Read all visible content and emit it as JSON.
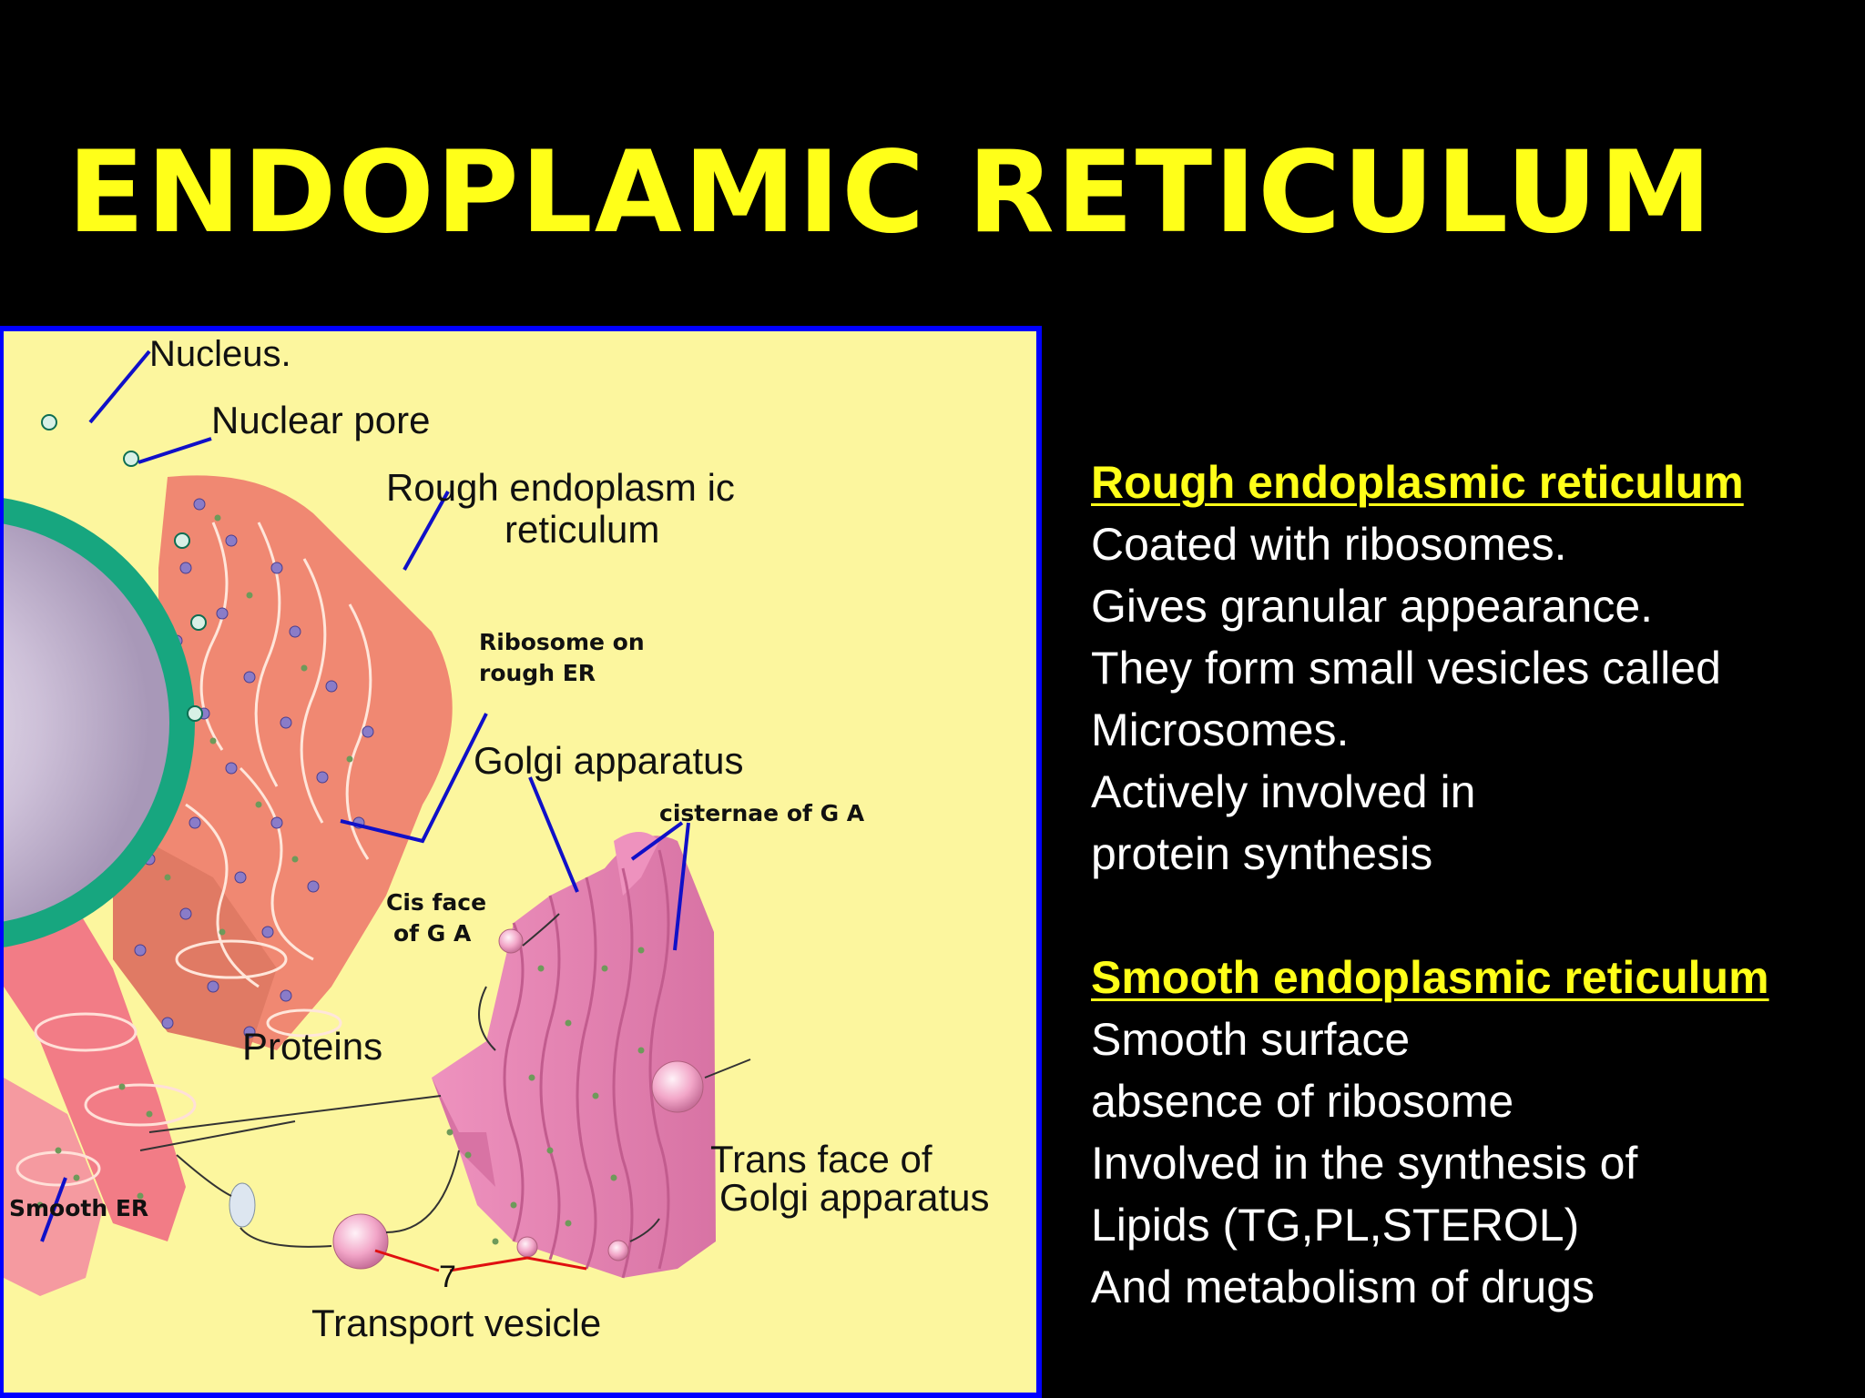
{
  "title": "ENDOPLAMIC RETICULUM",
  "figure": {
    "labels": {
      "nucleus": "Nucleus.",
      "nuclear_pore": "Nuclear pore",
      "rough_er_line1": "Rough endoplasm ic",
      "rough_er_line2": "reticulum",
      "ribosome_line1": "Ribosome on",
      "ribosome_line2": "rough ER",
      "golgi": "Golgi apparatus",
      "cisternae": "cisternae of G A",
      "cis_line1": "Cis face",
      "cis_line2": "of G A",
      "proteins": "Proteins",
      "trans_line1": "Trans face of",
      "trans_line2": "Golgi apparatus",
      "smooth_er": "Smooth ER",
      "seven": "7",
      "transport_vesicle": "Transport vesicle"
    },
    "colors": {
      "background": "#FCF69E",
      "frame": "#0000FF",
      "nuclear_envelope": "#17A67F",
      "rough_er": "#F08872",
      "golgi": "#E27DAE",
      "leader_lines": "#1010C8",
      "red_lines": "#E01010"
    }
  },
  "rough_er": {
    "heading": "Rough endoplasmic reticulum",
    "lines": [
      "Coated with ribosomes.",
      "Gives granular appearance.",
      "They form small vesicles called",
      "Microsomes.",
      "Actively involved in",
      "protein synthesis"
    ]
  },
  "smooth_er": {
    "heading": "Smooth endoplasmic reticulum",
    "lines": [
      "Smooth surface",
      "absence of ribosome",
      "Involved in the synthesis of",
      "Lipids (TG,PL,STEROL)",
      "And metabolism of drugs"
    ]
  }
}
